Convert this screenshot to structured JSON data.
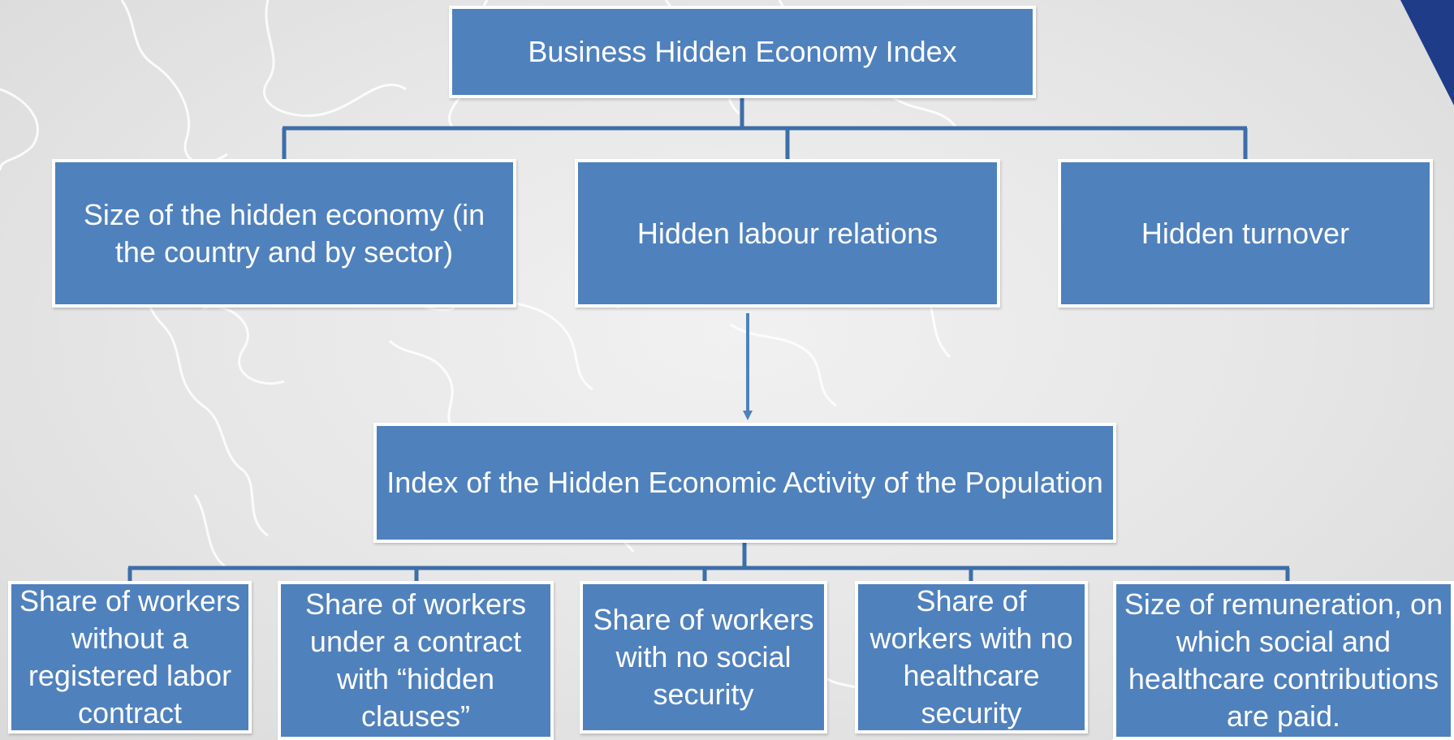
{
  "colors": {
    "box_fill": "#4f81bd",
    "box_border": "#ffffff",
    "connector": "#3d6ea8",
    "corner_accent": "#1f3c88",
    "background": "#e6e6e6",
    "map_outline": "#ffffff"
  },
  "diagram": {
    "root": {
      "label": "Business Hidden Economy Index"
    },
    "level1": [
      {
        "label": "Size of the hidden economy (in the country and by sector)"
      },
      {
        "label": "Hidden labour relations"
      },
      {
        "label": "Hidden turnover"
      }
    ],
    "sub_index": {
      "label": "Index of the Hidden Economic Activity of the Population"
    },
    "level3": [
      {
        "label": "Share of workers without a registered labor contract"
      },
      {
        "label": "Share of workers under a contract with “hidden clauses”"
      },
      {
        "label": "Share of workers with no social security"
      },
      {
        "label": "Share of workers with no healthcare security"
      },
      {
        "label": "Size of remuneration, on which social and healthcare contributions are paid."
      }
    ]
  }
}
